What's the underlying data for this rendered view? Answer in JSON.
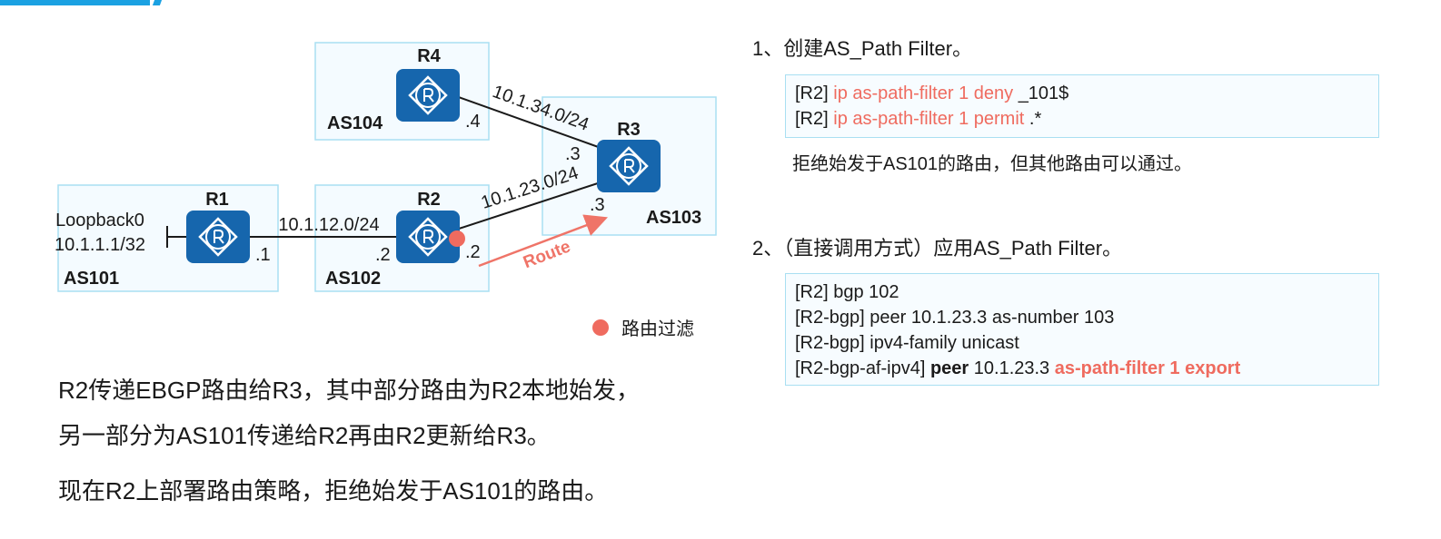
{
  "diagram": {
    "routers": [
      {
        "id": "R4",
        "label": "R4"
      },
      {
        "id": "R3",
        "label": "R3"
      },
      {
        "id": "R1",
        "label": "R1"
      },
      {
        "id": "R2",
        "label": "R2"
      }
    ],
    "as_labels": {
      "as104": "AS104",
      "as103": "AS103",
      "as101": "AS101",
      "as102": "AS102"
    },
    "links": {
      "r4_r3": "10.1.34.0/24",
      "r2_r3": "10.1.23.0/24",
      "r1_r2": "10.1.12.0/24"
    },
    "interfaces": {
      "r4": ".4",
      "r3_upper": ".3",
      "r3_lower": ".3",
      "r1": ".1",
      "r2_left": ".2",
      "r2_right": ".2"
    },
    "loopback": {
      "name": "Loopback0",
      "address": "10.1.1.1/32"
    },
    "route_label": "Route",
    "legend_label": "路由过滤"
  },
  "description": {
    "line1": "R2传递EBGP路由给R3，其中部分路由为R2本地始发，",
    "line2": "另一部分为AS101传递给R2再由R2更新给R3。",
    "line3": "现在R2上部署路由策略，拒绝始发于AS101的路由。"
  },
  "step1": {
    "title": "1、创建AS_Path Filter。",
    "code": [
      {
        "prefix": "[R2] ",
        "cmd": "ip as-path-filter 1 deny ",
        "arg": "_101$"
      },
      {
        "prefix": "[R2] ",
        "cmd": "ip as-path-filter 1 permit ",
        "arg": ".*"
      }
    ],
    "note": "拒绝始发于AS101的路由，但其他路由可以通过。"
  },
  "step2": {
    "title": "2、（直接调用方式）应用AS_Path Filter。",
    "code": {
      "l1": "[R2] bgp 102",
      "l2": "[R2-bgp] peer 10.1.23.3 as-number 103",
      "l3": "[R2-bgp] ipv4-family unicast",
      "l4_prefix": "[R2-bgp-af-ipv4] ",
      "l4_peer": "peer",
      "l4_addr": " 10.1.23.3 ",
      "l4_filter": "as-path-filter 1 export"
    }
  },
  "colors": {
    "accent": "#ef6b5f",
    "router": "#1666ad",
    "as_border": "#a9dff2",
    "bar": "#1ba1e2"
  }
}
